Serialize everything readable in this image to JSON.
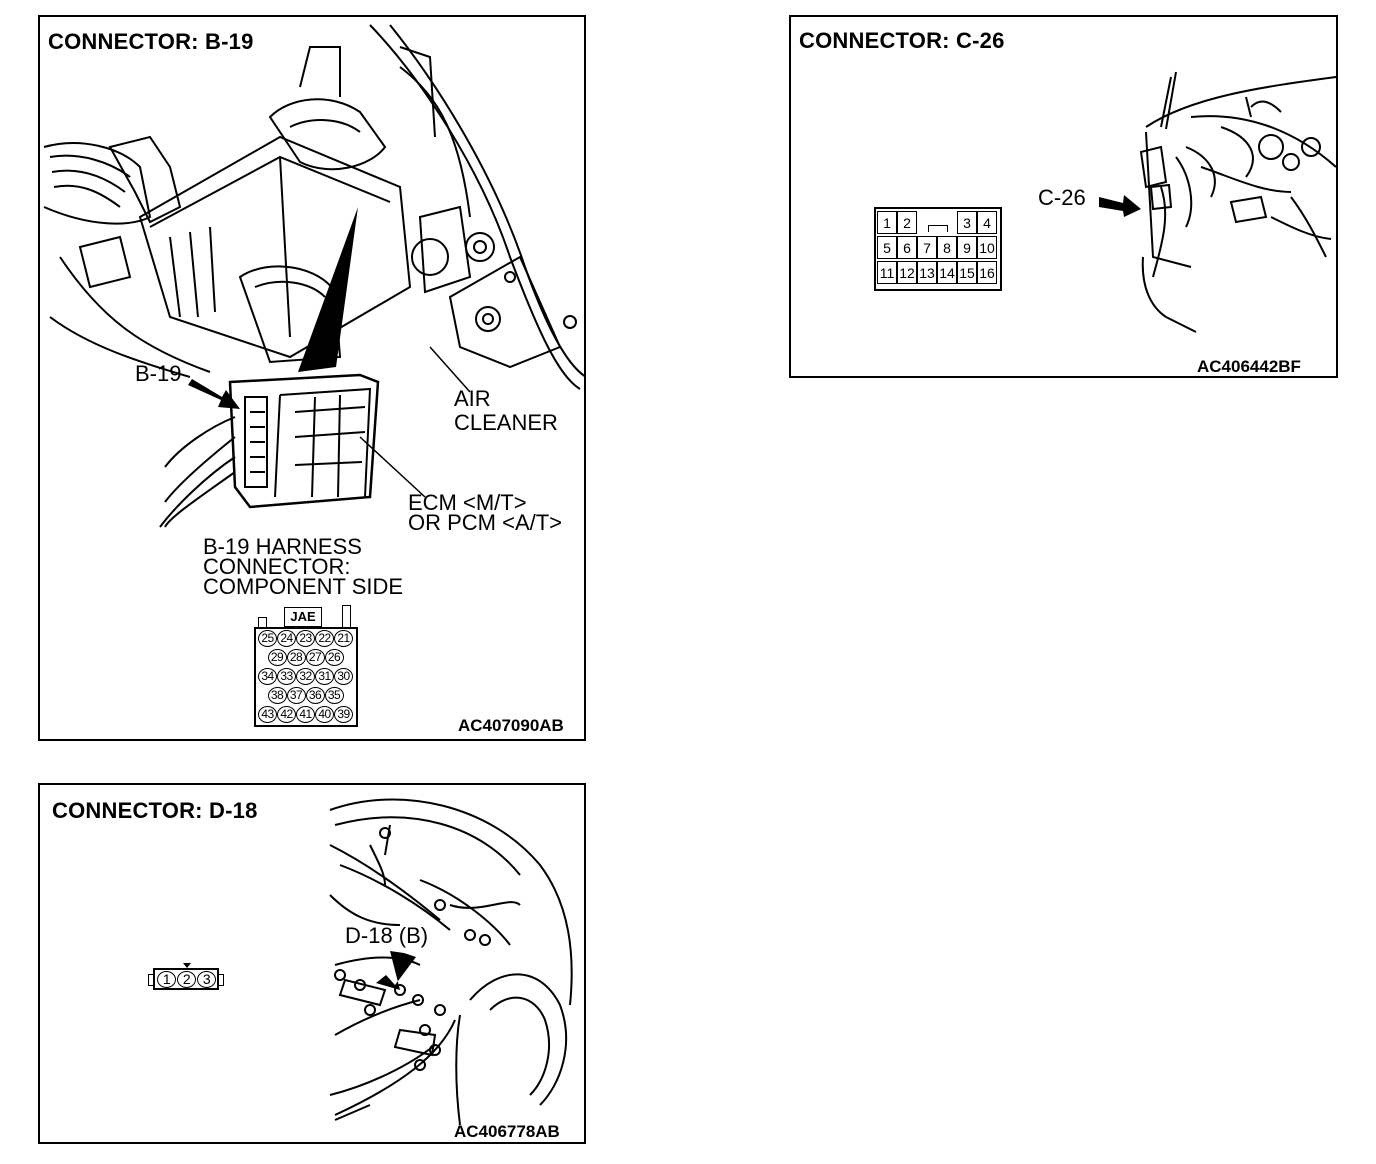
{
  "panels": {
    "b19": {
      "title": "CONNECTOR: B-19",
      "code": "AC407090AB",
      "labels": {
        "b19": "B-19",
        "air_cleaner_1": "AIR",
        "air_cleaner_2": "CLEANER",
        "ecm_1": "ECM <M/T>",
        "ecm_2": "OR PCM <A/T>",
        "harness_1": "B-19 HARNESS",
        "harness_2": "CONNECTOR:",
        "harness_3": "COMPONENT SIDE",
        "jae": "JAE"
      },
      "pin_rows": [
        [
          "25",
          "24",
          "23",
          "22",
          "21"
        ],
        [
          "29",
          "28",
          "27",
          "26"
        ],
        [
          "34",
          "33",
          "32",
          "31",
          "30"
        ],
        [
          "38",
          "37",
          "36",
          "35"
        ],
        [
          "43",
          "42",
          "41",
          "40",
          "39"
        ]
      ]
    },
    "c26": {
      "title": "CONNECTOR: C-26",
      "code": "AC406442BF",
      "labels": {
        "c26": "C-26"
      },
      "pin_rows": [
        [
          "1",
          "2",
          "",
          "",
          "3",
          "4"
        ],
        [
          "5",
          "6",
          "7",
          "8",
          "9",
          "10"
        ],
        [
          "11",
          "12",
          "13",
          "14",
          "15",
          "16"
        ]
      ]
    },
    "d18": {
      "title": "CONNECTOR: D-18",
      "code": "AC406778AB",
      "labels": {
        "d18": "D-18 (B)"
      },
      "pins": [
        "1",
        "2",
        "3"
      ]
    }
  }
}
